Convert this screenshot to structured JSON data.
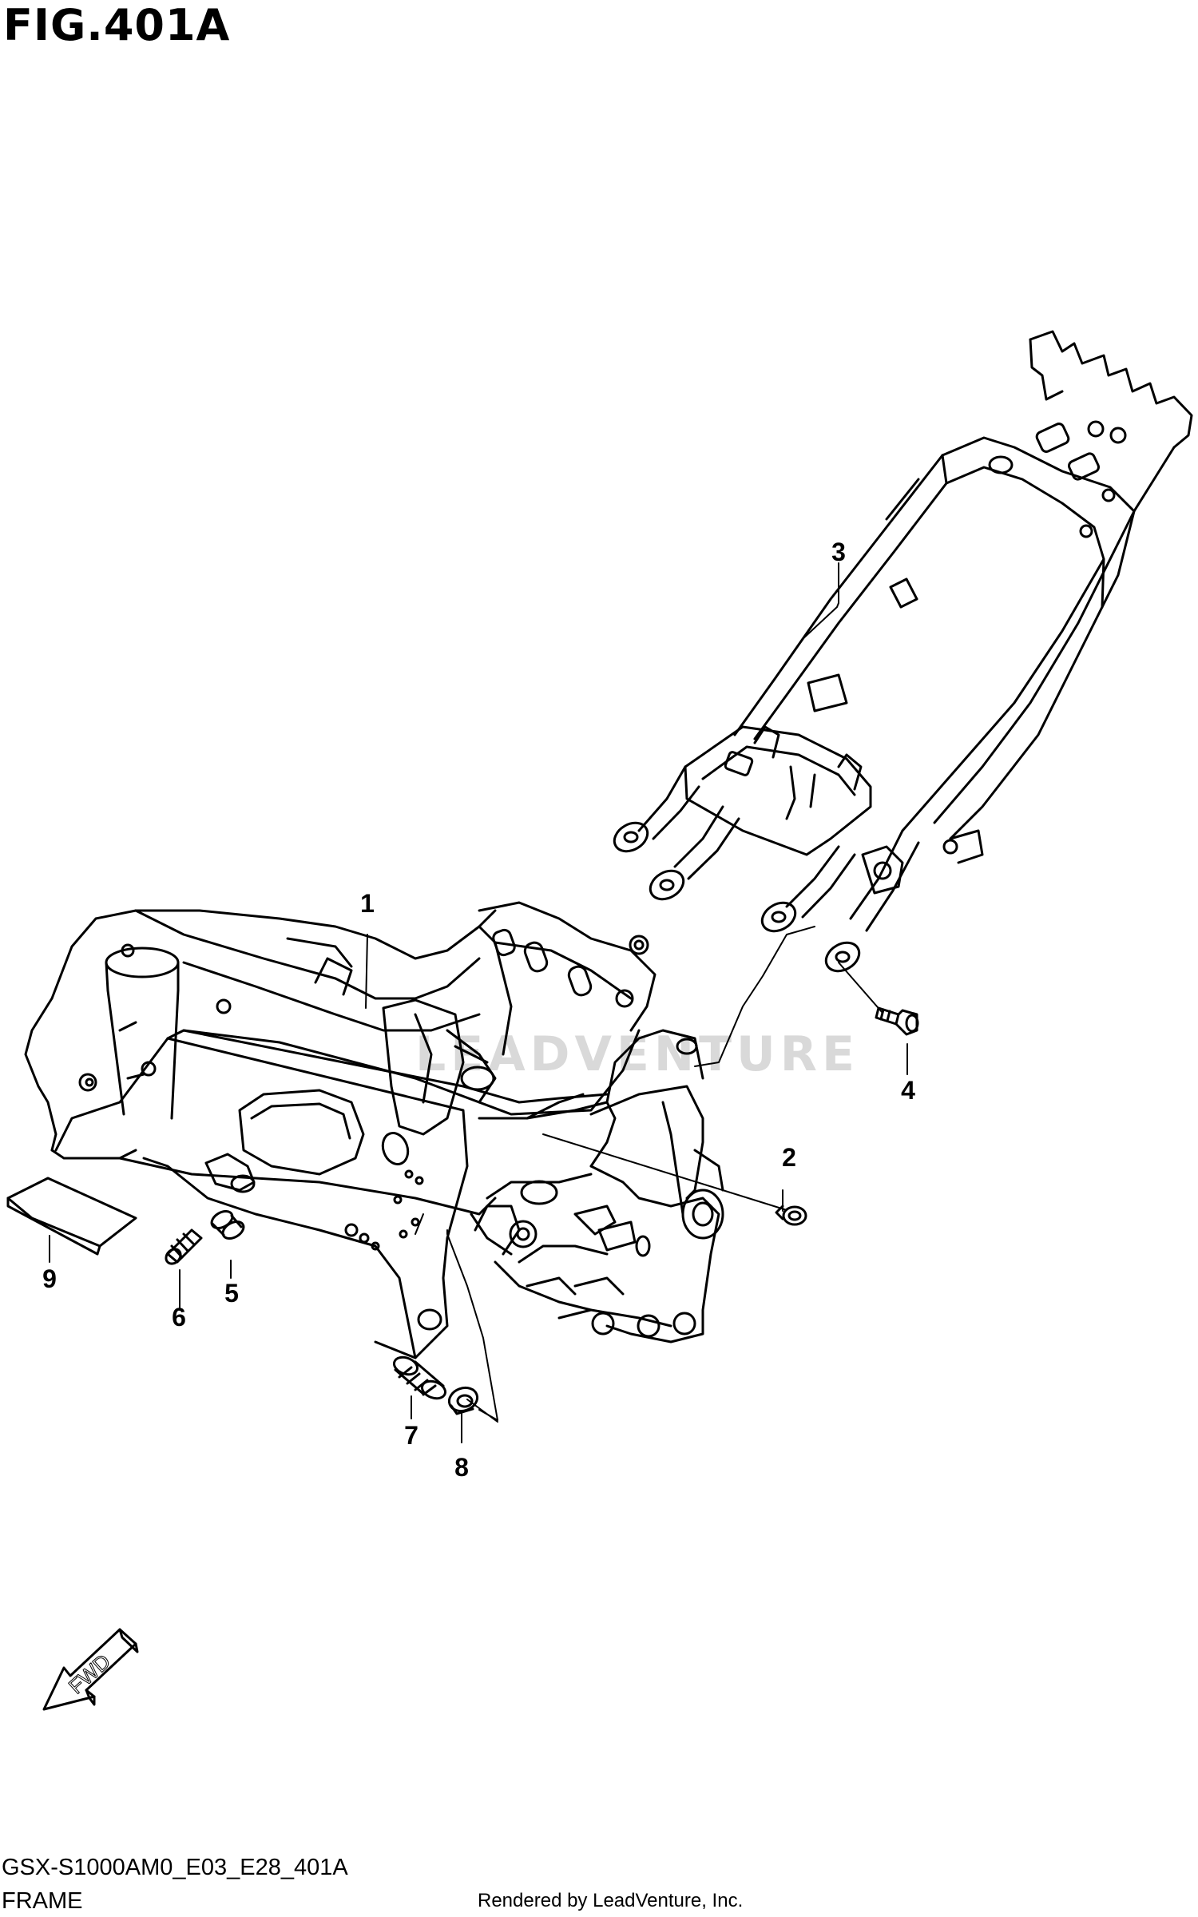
{
  "figure": {
    "title": "FIG.401A"
  },
  "watermark": {
    "text": "LEADVENTURE"
  },
  "callouts": [
    {
      "id": "1",
      "label": "1",
      "part": "frame"
    },
    {
      "id": "2",
      "label": "2",
      "part": "plug"
    },
    {
      "id": "3",
      "label": "3",
      "part": "seat-rail"
    },
    {
      "id": "4",
      "label": "4",
      "part": "bolt"
    },
    {
      "id": "5",
      "label": "5",
      "part": "spacer"
    },
    {
      "id": "6",
      "label": "6",
      "part": "bolt"
    },
    {
      "id": "7",
      "label": "7",
      "part": "adjuster"
    },
    {
      "id": "8",
      "label": "8",
      "part": "nut"
    },
    {
      "id": "9",
      "label": "9",
      "part": "label"
    }
  ],
  "fwd_arrow": {
    "text": "FWD"
  },
  "footer": {
    "model_code": "GSX-S1000AM0_E03_E28_401A",
    "section_name": "FRAME",
    "rendered_by": "Rendered by LeadVenture, Inc."
  },
  "colors": {
    "line": "#000000",
    "background": "#ffffff",
    "watermark": "#d9d9d9"
  }
}
